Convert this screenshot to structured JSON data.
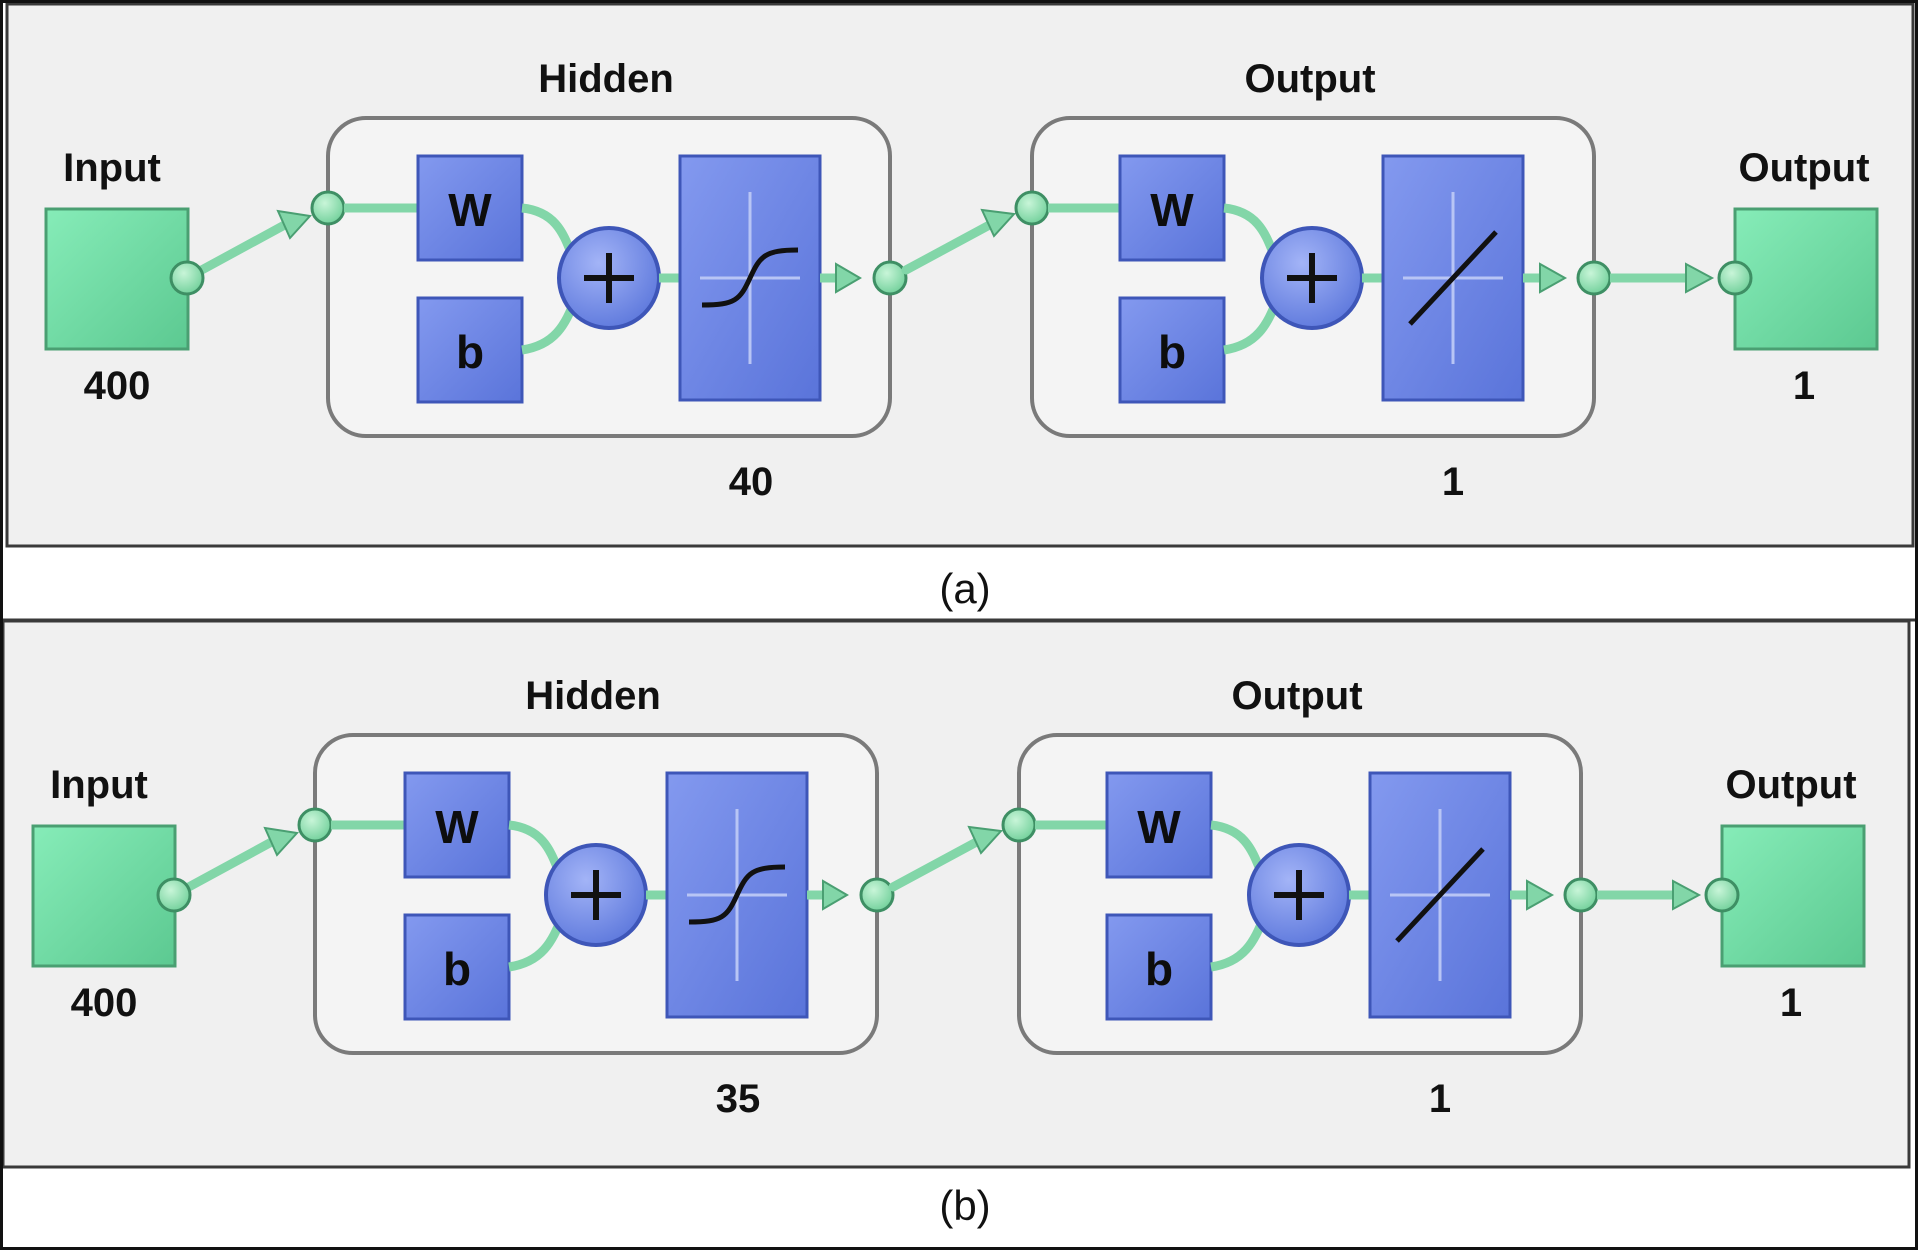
{
  "panels": [
    {
      "caption": "(a)",
      "input": {
        "label": "Input",
        "size": "400"
      },
      "hidden": {
        "title": "Hidden",
        "size": "40",
        "weight_label": "W",
        "bias_label": "b",
        "transfer": "tansig-icon"
      },
      "output_layer": {
        "title": "Output",
        "size": "1",
        "weight_label": "W",
        "bias_label": "b",
        "transfer": "purelin-icon"
      },
      "output": {
        "label": "Output",
        "size": "1"
      }
    },
    {
      "caption": "(b)",
      "input": {
        "label": "Input",
        "size": "400"
      },
      "hidden": {
        "title": "Hidden",
        "size": "35",
        "weight_label": "W",
        "bias_label": "b",
        "transfer": "tansig-icon"
      },
      "output_layer": {
        "title": "Output",
        "size": "1",
        "weight_label": "W",
        "bias_label": "b",
        "transfer": "purelin-icon"
      },
      "output": {
        "label": "Output",
        "size": "1"
      }
    }
  ],
  "colors": {
    "panel_bg": "#f0f0f0",
    "io_block": "#74e0a8",
    "layer_block": "#6f88e6",
    "connector": "#82d6a8",
    "frame": "#3a3a3a"
  }
}
